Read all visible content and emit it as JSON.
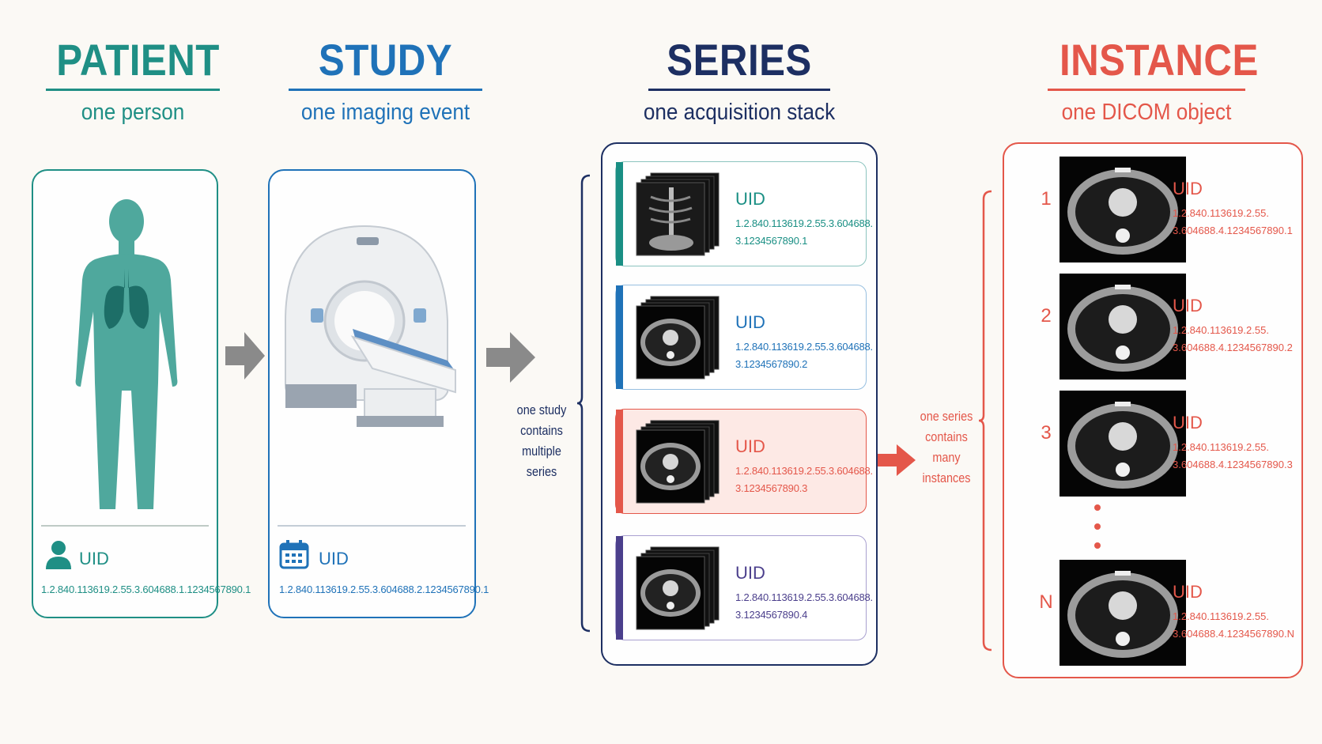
{
  "columns": {
    "patient": {
      "title": "PATIENT",
      "subtitle": "one person",
      "uid_label": "UID",
      "uid": "1.2.840.113619.2.55.3.604688.1.1234567890.1",
      "color": "#1f8f85"
    },
    "study": {
      "title": "STUDY",
      "subtitle": "one imaging event",
      "uid_label": "UID",
      "uid": "1.2.840.113619.2.55.3.604688.2.1234567890.1",
      "color": "#1f72b8"
    },
    "series": {
      "title": "SERIES",
      "subtitle": "one acquisition stack",
      "color": "#1d2f62"
    },
    "instance": {
      "title": "INSTANCE",
      "subtitle": "one DICOM object",
      "color": "#e4574a"
    }
  },
  "series_items": [
    {
      "uid_label": "UID",
      "uid_line1": "1.2.840.113619.2.55.3.604688.",
      "uid_line2": "3.1234567890.1",
      "color": "#1a8f84",
      "image": "x-ray"
    },
    {
      "uid_label": "UID",
      "uid_line1": "1.2.840.113619.2.55.3.604688.",
      "uid_line2": "3.1234567890.2",
      "color": "#1f72b8",
      "image": "ct-chest"
    },
    {
      "uid_label": "UID",
      "uid_line1": "1.2.840.113619.2.55.3.604688.",
      "uid_line2": "3.1234567890.3",
      "color": "#e4574a",
      "image": "ct-chest"
    },
    {
      "uid_label": "UID",
      "uid_line1": "1.2.840.113619.2.55.3.604688.",
      "uid_line2": "3.1234567890.4",
      "color": "#4b3f8c",
      "image": "ct-chest"
    }
  ],
  "instances": [
    {
      "num": "1",
      "uid_label": "UID",
      "uid_line1": "1.2.840.113619.2.55.",
      "uid_line2": "3.604688.4.1234567890.1"
    },
    {
      "num": "2",
      "uid_label": "UID",
      "uid_line1": "1.2.840.113619.2.55.",
      "uid_line2": "3.604688.4.1234567890.2"
    },
    {
      "num": "3",
      "uid_label": "UID",
      "uid_line1": "1.2.840.113619.2.55.",
      "uid_line2": "3.604688.4.1234567890.3"
    },
    {
      "num": "N",
      "uid_label": "UID",
      "uid_line1": "1.2.840.113619.2.55.",
      "uid_line2": "3.604688.4.1234567890.N"
    }
  ],
  "notes": {
    "study_series": [
      "one study",
      "contains",
      "multiple",
      "series"
    ],
    "series_instances": [
      "one series",
      "contains",
      "many",
      "instances"
    ]
  },
  "icons": {
    "patient": "person-icon",
    "study": "calendar-icon"
  }
}
